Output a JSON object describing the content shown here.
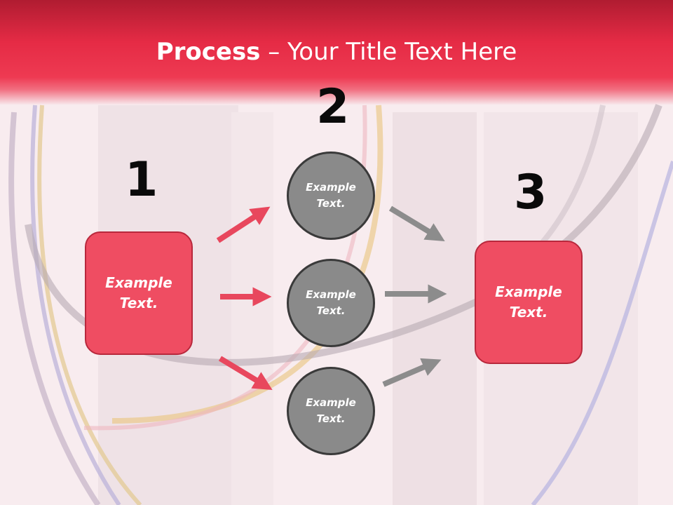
{
  "slide": {
    "title_bold": "Process",
    "title_rest": " – Your Title Text Here"
  },
  "steps": {
    "one": "1",
    "two": "2",
    "three": "3"
  },
  "boxes": {
    "left": "Example\nText.",
    "right": "Example\nText."
  },
  "circles": [
    {
      "label": "Example\nText."
    },
    {
      "label": "Example\nText."
    },
    {
      "label": "Example\nText."
    }
  ],
  "colors": {
    "accent_red": "#ef4d62",
    "title_red": "#e52b45",
    "circle_gray": "#8a8a8a",
    "red_arrow": "#e8475d",
    "gray_arrow": "#8c8c8c"
  }
}
